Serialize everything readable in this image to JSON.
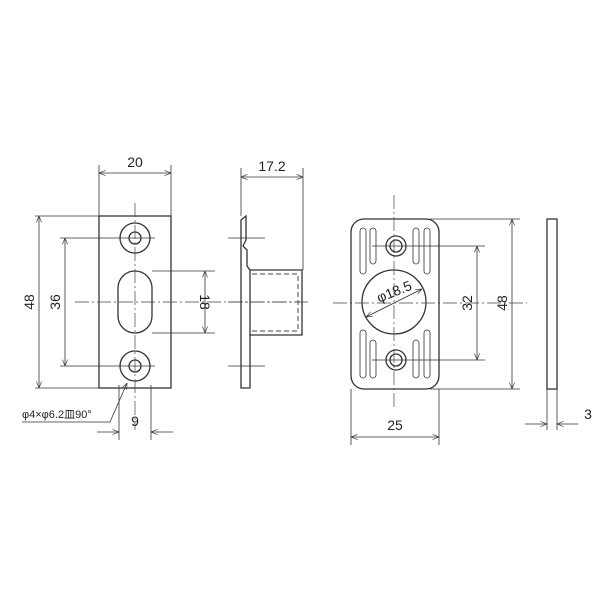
{
  "title": "Strike plate dimension drawing",
  "dimensions": {
    "front_width": "20",
    "front_height": "48",
    "hole_pitch": "36",
    "slot_height": "18",
    "slot_width": "9",
    "hole_note": "φ4×φ6.2皿90°",
    "side_depth": "17.2",
    "back_width": "25",
    "back_height": "48",
    "back_hole_pitch": "32",
    "bore_diameter": "φ18.5",
    "back_thickness": "3"
  }
}
